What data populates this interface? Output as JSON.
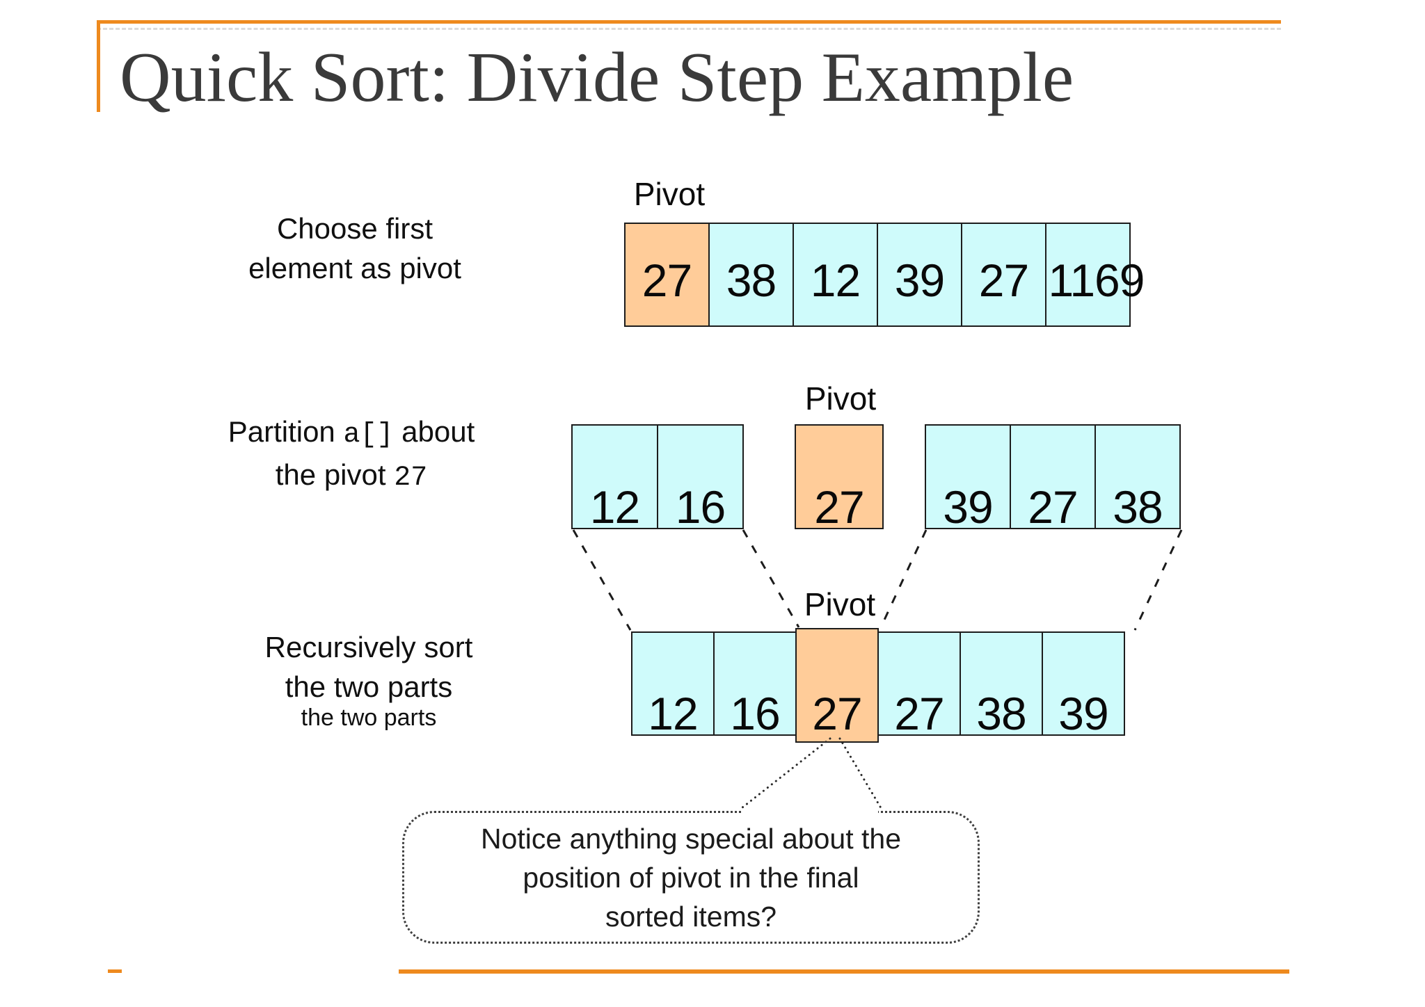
{
  "slide_title": "Quick Sort: Divide Step Example",
  "colors": {
    "accent_orange": "#EE8A1E",
    "pivot_fill": "#FFCC99",
    "cell_fill": "#CFFBFB",
    "line_dark": "#1c1c1c"
  },
  "steps": {
    "step1": {
      "caption_line1": "Choose first",
      "caption_line2": "element as pivot",
      "pivot_label": "Pivot",
      "cells": [
        "27",
        "38",
        "12",
        "39",
        "27",
        "1169"
      ]
    },
    "step2": {
      "caption_part1": "Partition ",
      "caption_code1": "a[]",
      "caption_part2": " about",
      "caption_line2_part1": "the pivot ",
      "caption_line2_code": "27",
      "pivot_label": "Pivot",
      "left_cells": [
        "12",
        "16"
      ],
      "pivot_cell": "27",
      "right_cells": [
        "39",
        "27",
        "38"
      ]
    },
    "step3": {
      "caption_line1": "Recursively sort",
      "caption_line2": "the two parts",
      "caption_line3": "the two parts",
      "pivot_label": "Pivot",
      "cells": [
        "12",
        "16",
        "27",
        "27",
        "38",
        "39"
      ]
    }
  },
  "callout": {
    "line1": "Notice anything special about the",
    "line2": "position of pivot in the final",
    "line3": "sorted items?"
  }
}
